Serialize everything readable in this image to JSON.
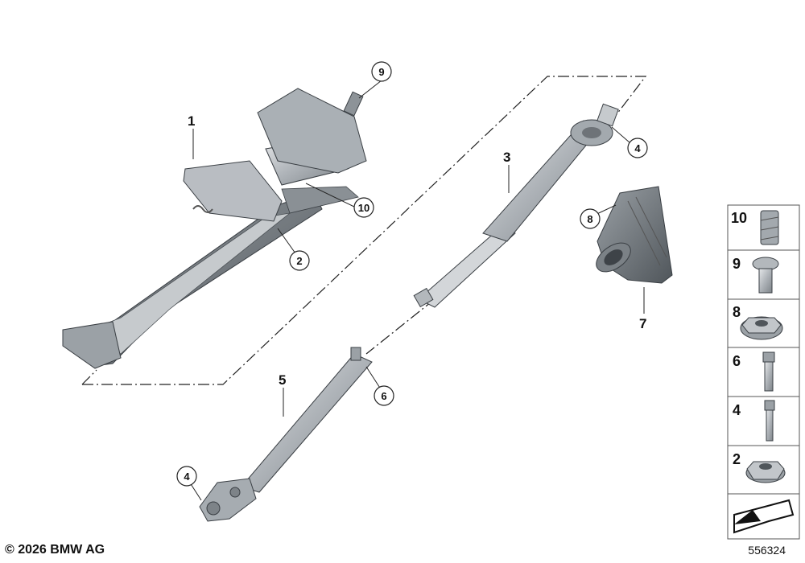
{
  "copyright": "© 2026 BMW AG",
  "diagram_id": "556324",
  "labels": {
    "p1": "1",
    "p2": "2",
    "p3": "3",
    "p4a": "4",
    "p4b": "4",
    "p5": "5",
    "p6": "6",
    "p7": "7",
    "p8": "8",
    "p9": "9",
    "p10": "10"
  },
  "legend": [
    "10",
    "9",
    "8",
    "6",
    "4",
    "2"
  ],
  "colors": {
    "metal": "#b9bdc2",
    "metal_dark": "#6e7378",
    "line": "#222222"
  }
}
